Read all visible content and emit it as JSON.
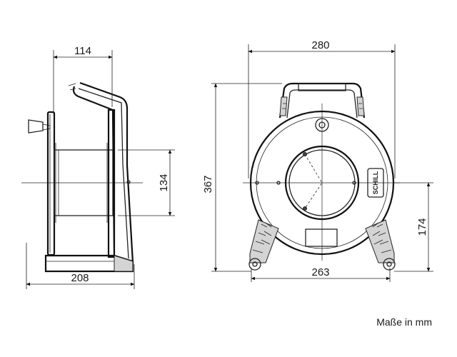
{
  "dimensions": {
    "side_top_width": "114",
    "side_drum_height": "134",
    "side_bottom_width": "208",
    "front_top_width": "280",
    "front_total_height": "367",
    "front_bottom_width": "263",
    "front_lower_height": "174"
  },
  "caption": "Maße in mm",
  "front_badge": "SCHILL"
}
